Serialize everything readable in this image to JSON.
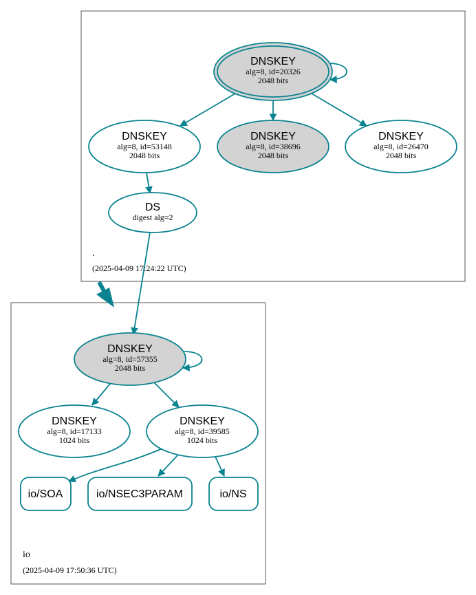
{
  "colors": {
    "edge": "#0a8391",
    "node_fill_sep": "#d3d3d3",
    "node_fill": "#ffffff",
    "cluster_border": "#555555"
  },
  "zones": {
    "root": {
      "name": ".",
      "timestamp": "(2025-04-09 17:24:22 UTC)"
    },
    "io": {
      "name": "io",
      "timestamp": "(2025-04-09 17:50:36 UTC)"
    }
  },
  "nodes": {
    "root_ksk": {
      "type": "DNSKEY",
      "alg": "alg=8, id=20326",
      "size": "2048 bits"
    },
    "root_zsk1": {
      "type": "DNSKEY",
      "alg": "alg=8, id=53148",
      "size": "2048 bits"
    },
    "root_k2": {
      "type": "DNSKEY",
      "alg": "alg=8, id=38696",
      "size": "2048 bits"
    },
    "root_zsk2": {
      "type": "DNSKEY",
      "alg": "alg=8, id=26470",
      "size": "2048 bits"
    },
    "ds": {
      "type": "DS",
      "alg": "digest alg=2"
    },
    "io_ksk": {
      "type": "DNSKEY",
      "alg": "alg=8, id=57355",
      "size": "2048 bits"
    },
    "io_zsk1": {
      "type": "DNSKEY",
      "alg": "alg=8, id=17133",
      "size": "1024 bits"
    },
    "io_zsk2": {
      "type": "DNSKEY",
      "alg": "alg=8, id=39585",
      "size": "1024 bits"
    },
    "io_soa": {
      "label": "io/SOA"
    },
    "io_nsec3param": {
      "label": "io/NSEC3PARAM"
    },
    "io_ns": {
      "label": "io/NS"
    }
  }
}
